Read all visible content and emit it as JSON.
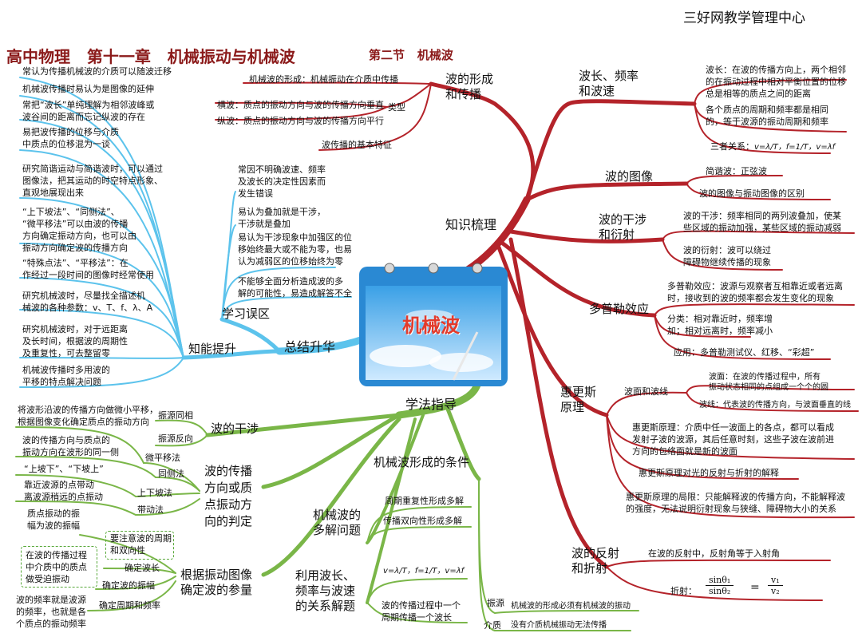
{
  "org": "三好网教学管理中心",
  "header": {
    "course": "高中物理",
    "chapter": "第十一章",
    "chapter_title": "机械振动与机械波",
    "section": "第二节",
    "section_title": "机械波"
  },
  "center": {
    "title": "机械波"
  },
  "colors": {
    "red": "#b4232a",
    "blue": "#5cc3ec",
    "green": "#7ab648",
    "header": "#8b1a1a"
  },
  "branches": {
    "knowledge": "知识梳理",
    "summary": "总结升华",
    "method": "学法指导"
  },
  "formation": {
    "title": "波的形成\n和传播",
    "item1": "机械波的形成：机械振动在介质中传播",
    "type": "类型",
    "transverse": "横波：质点的振动方向与波的传播方向垂直",
    "longitudinal": "纵波：质点的振动方向与波的传播方向平行",
    "basic": "波传播的基本特征"
  },
  "wavelength": {
    "title": "波长、频率\n和波速",
    "d1": "波长：在波的传播方向上，两个相邻\n的在振动过程中相对平衡位置的位移\n总是相等的质点之间的距离",
    "d2": "各个质点的周期和频率都是相同\n的，等于波源的振动周期和频率",
    "d3": "三者关系：",
    "formula": "v=λ/T，f=1/T，v=λf"
  },
  "image": {
    "title": "波的图像",
    "d1": "简谐波：正弦波",
    "d2": "波的图像与振动图像的区别"
  },
  "interference": {
    "title": "波的干涉\n和衍射",
    "d1": "波的干涉：频率相同的两列波叠加，使某\n些区域的振动加强，某些区域的振动减弱",
    "d2": "波的衍射：波可以绕过\n障碍物继续传播的现象"
  },
  "doppler": {
    "title": "多普勒效应",
    "d1": "多普勒效应：波源与观察者互相靠近或者远离\n时，接收到的波的频率都会发生变化的现象",
    "d2": "分类：相对靠近时，频率增\n加；相对远离时，频率减小",
    "d3": "应用：多普勒测试仪、红移、“彩超”"
  },
  "huygens": {
    "title": "惠更斯\n原理",
    "front": "波面和波线",
    "f1": "波面：在波的传播过程中，所有\n振动状态相同的点组成一个个的圆",
    "f2": "波线：代表波的传播方向，与波面垂直的线",
    "d1": "惠更斯原理：介质中任一波面上的各点，都可以看成\n发射子波的波源，其后任意时刻，这些子波在波前进\n方向的包络面就是新的波面",
    "d2": "惠更斯原理对光的反射与折射的解释",
    "d3": "惠更斯原理的局限：只能解释波的传播方向，不能解释波\n的强度，无法说明衍射现象与狭缝、障碍物大小的关系"
  },
  "reflection": {
    "title": "波的反射\n和折射",
    "d1": "在波的反射中，反射角等于入射角",
    "d2": "折射：",
    "eq_left_num": "sinθ₁",
    "eq_left_den": "sinθ₂",
    "eq_sign": "=",
    "eq_right_num": "v₁",
    "eq_right_den": "v₂"
  },
  "errors": {
    "title": "学习误区",
    "e1": "常因不明确波速、频率\n及波长的决定性因素而\n发生错误",
    "e2": "易认为叠加就是干涉，\n干涉就是叠加",
    "e3": "易认为干涉现象中加强区的位\n移始终最大或不能为零，也易\n认为减弱区的位移始终为零",
    "e4": "不能够全面分析造成波的多\n解的可能性，易造成解答不全"
  },
  "skills": {
    "title": "知能提升",
    "l1": "常认为传播机械波的介质可以随波迁移",
    "l2": "机械波传播时易认为是图像的延伸",
    "l3": "常把“波长”单纯理解为相邻波峰或\n波谷间的距离而忘记纵波的存在",
    "l4": "易把波传播的位移与介质\n中质点的位移混为一谈",
    "l5": "研究简谐运动与简谐波时，可以通过\n图像法，把其运动的时空特点形象、\n直观地展现出来",
    "l6": "“上下坡法”、“同侧法”、\n“微平移法”可以由波的传播\n方向确定振动方向，也可以由\n振动方向确定波的传播方向",
    "l7": "“特殊点法”、“平移法”：在\n作经过一段时间的图像时经常使用",
    "l8": "研究机械波时，尽量找全描述机\n械波的各种参数：v、T、f、λ、A",
    "l9": "研究机械波时，对于远距离\n及长时间，根据波的周期性\n及重复性，可去整留零",
    "l10": "机械波传播时多用波的\n平移的特点解决问题"
  },
  "method_items": {
    "interf_title": "波的干涉",
    "i_near": "振源同相",
    "i_far": "振源反向",
    "dir_title": "波的传播\n方向或质\n点振动方\n向的判定",
    "d_micro": "微平移法",
    "d_micro_desc": "将波形沿波的传播方向做微小平移，\n根据图像变化确定质点的振动方向",
    "d_same": "同侧法",
    "d_same_desc": "波的传播方向与质点的\n振动方向在波形的同一侧",
    "d_slope": "上下坡法",
    "d_slope_desc": "“上坡下”、“下坡上”",
    "d_drive": "带动法",
    "d_drive_desc": "靠近波源的点带动\n离波源稍远的点振动",
    "param_title": "根据振动图像\n确定波的参量",
    "p_amp_desc": "质点振动的振\n幅为波的振幅",
    "p_note": "要注意波的周期\n和双向性",
    "p_wave": "确定波长",
    "p_amp": "确定波的振幅",
    "p_period": "确定周期和频率",
    "p_forced": "在波的传播过程\n中介质中的质点\n做受迫振动",
    "p_freq": "波的频率就是波源\n的频率，也就是各\n个质点的振动频率",
    "cond_title": "机械波形成的条件",
    "multi_title": "机械波的\n多解问题",
    "m1": "周期重复性形成多解",
    "m2": "传播双向性形成多解",
    "rel_title": "利用波长、\n频率与波速\n的关系解题",
    "rel_formula": "v=λ/T，f=1/T，v=λf",
    "rel_desc": "波的传播过程中一个\n周期传播一个波长",
    "source": "振源",
    "source_desc": "机械波的形成必须有机械波的振动",
    "medium": "介质",
    "medium_desc": "没有介质机械振动无法传播"
  }
}
